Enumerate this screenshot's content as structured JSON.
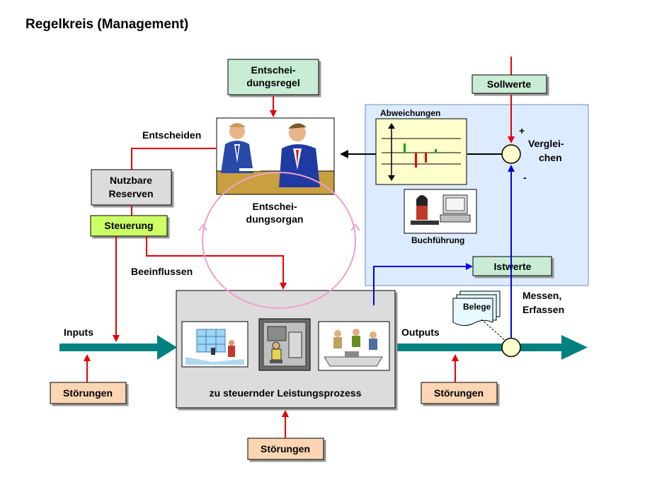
{
  "title": "Regelkreis (Management)",
  "boxes": {
    "entscheidungsregel": [
      "Entschei-",
      "dungsregel"
    ],
    "sollwerte": "Sollwerte",
    "nutzbare_reserven": [
      "Nutzbare",
      "Reserven"
    ],
    "steuerung": "Steuerung",
    "istwerte": "Istwerte",
    "belege": "Belege",
    "stoerungen_left": "Störungen",
    "stoerungen_bottom": "Störungen",
    "stoerungen_right": "Störungen"
  },
  "labels": {
    "entscheiden": "Entscheiden",
    "entscheidungsorgan": [
      "Entschei-",
      "dungsorgan"
    ],
    "abweichungen": "Abweichungen",
    "buchfuehrung": "Buchführung",
    "vergleichen": [
      "Verglei-",
      "chen"
    ],
    "plus": "+",
    "minus": "-",
    "beeinflussen": "Beeinflussen",
    "messen": [
      "Messen,",
      "Erfassen"
    ],
    "inputs": "Inputs",
    "outputs": "Outputs",
    "prozess": "zu steuernder Leistungsprozess"
  },
  "colors": {
    "red_arrow": "#e60000",
    "blue_arrow": "#0000e6",
    "teal_flow": "#008080",
    "loop": "#f0a0d0",
    "green_box": "#c8ecd4",
    "lime_box": "#ccff66",
    "peach_box": "#fcd5b4",
    "gray_box": "#dcdcdc",
    "panel_blue": "#dcebff",
    "chart_yellow": "#ffffcc",
    "comparator": "#ffffcc"
  },
  "icons": [
    "meeting-clipart-icon",
    "accountant-clipart-icon",
    "worker-clipart-icon",
    "machine-operator-clipart-icon",
    "team-meeting-clipart-icon",
    "documents-icon"
  ]
}
